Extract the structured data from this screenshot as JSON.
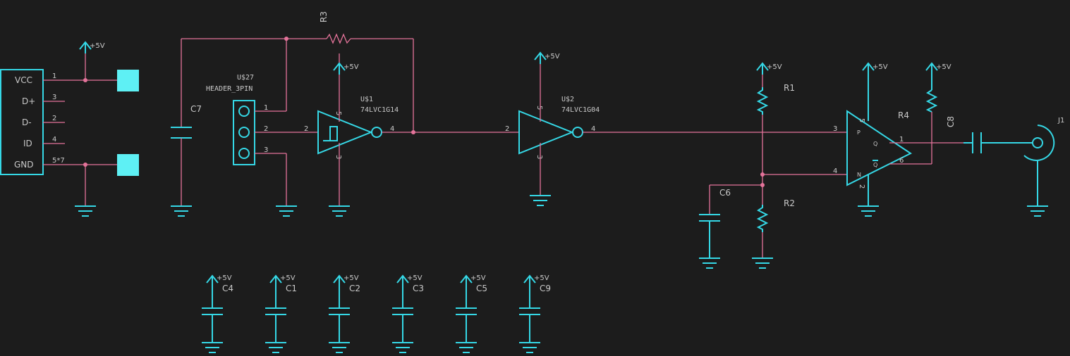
{
  "power_label": "+5V",
  "usb": {
    "vcc": "VCC",
    "dp": "D+",
    "dm": "D-",
    "id": "ID",
    "gnd": "GND",
    "p1": "1",
    "p3": "3",
    "p2": "2",
    "p4": "4",
    "p5": "5*7"
  },
  "parts": {
    "r3": "R3",
    "r1": "R1",
    "r2": "R2",
    "r4": "R4",
    "c7": "C7",
    "c6": "C6",
    "c8": "C8",
    "j1": "J1",
    "header_ref": "U$27",
    "header_val": "HEADER_3PIN",
    "u1_ref": "U$1",
    "u1_val": "74LVC1G14",
    "u2_ref": "U$2",
    "u2_val": "74LVC1G04",
    "decoupling": [
      "C4",
      "C1",
      "C2",
      "C3",
      "C5",
      "C9"
    ]
  },
  "pins": {
    "n1": "1",
    "n2": "2",
    "n3": "3",
    "n4": "4",
    "n5": "5",
    "n6": "6"
  },
  "comp": {
    "p": "P",
    "n": "N",
    "q": "Q",
    "qn": "Q"
  }
}
